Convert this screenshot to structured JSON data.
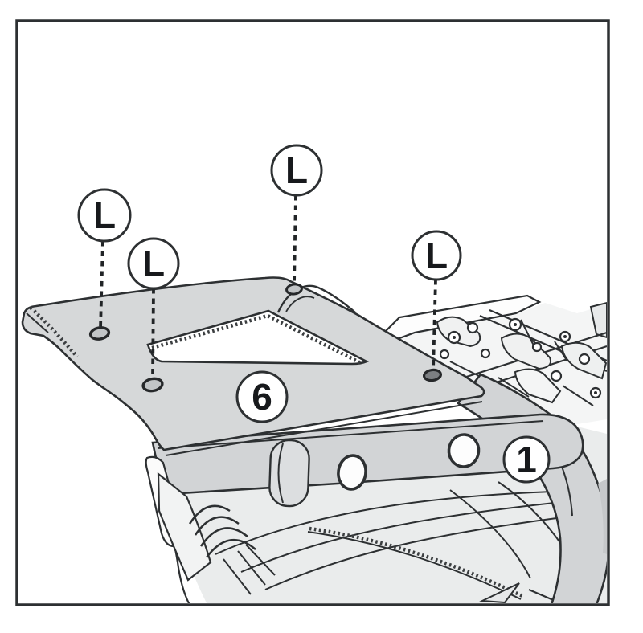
{
  "diagram": {
    "kind": "luggage-rack-installation-drawing",
    "callouts": [
      {
        "id": "screw-callout-top-left",
        "label": "L"
      },
      {
        "id": "screw-callout-mid-left",
        "label": "L"
      },
      {
        "id": "screw-callout-top-center",
        "label": "L"
      },
      {
        "id": "screw-callout-right",
        "label": "L"
      },
      {
        "id": "part-callout-plate",
        "label": "6"
      },
      {
        "id": "part-callout-rack",
        "label": "1"
      }
    ],
    "colors": {
      "line": "#2d3032",
      "plate_fill": "#d6d8d9",
      "rack_fill": "#d2d4d6",
      "tail_fill": "#eaecec",
      "cluster_fill": "#f4f5f5",
      "callout_fill": "#ffffff",
      "label_color": "#17191c"
    }
  }
}
